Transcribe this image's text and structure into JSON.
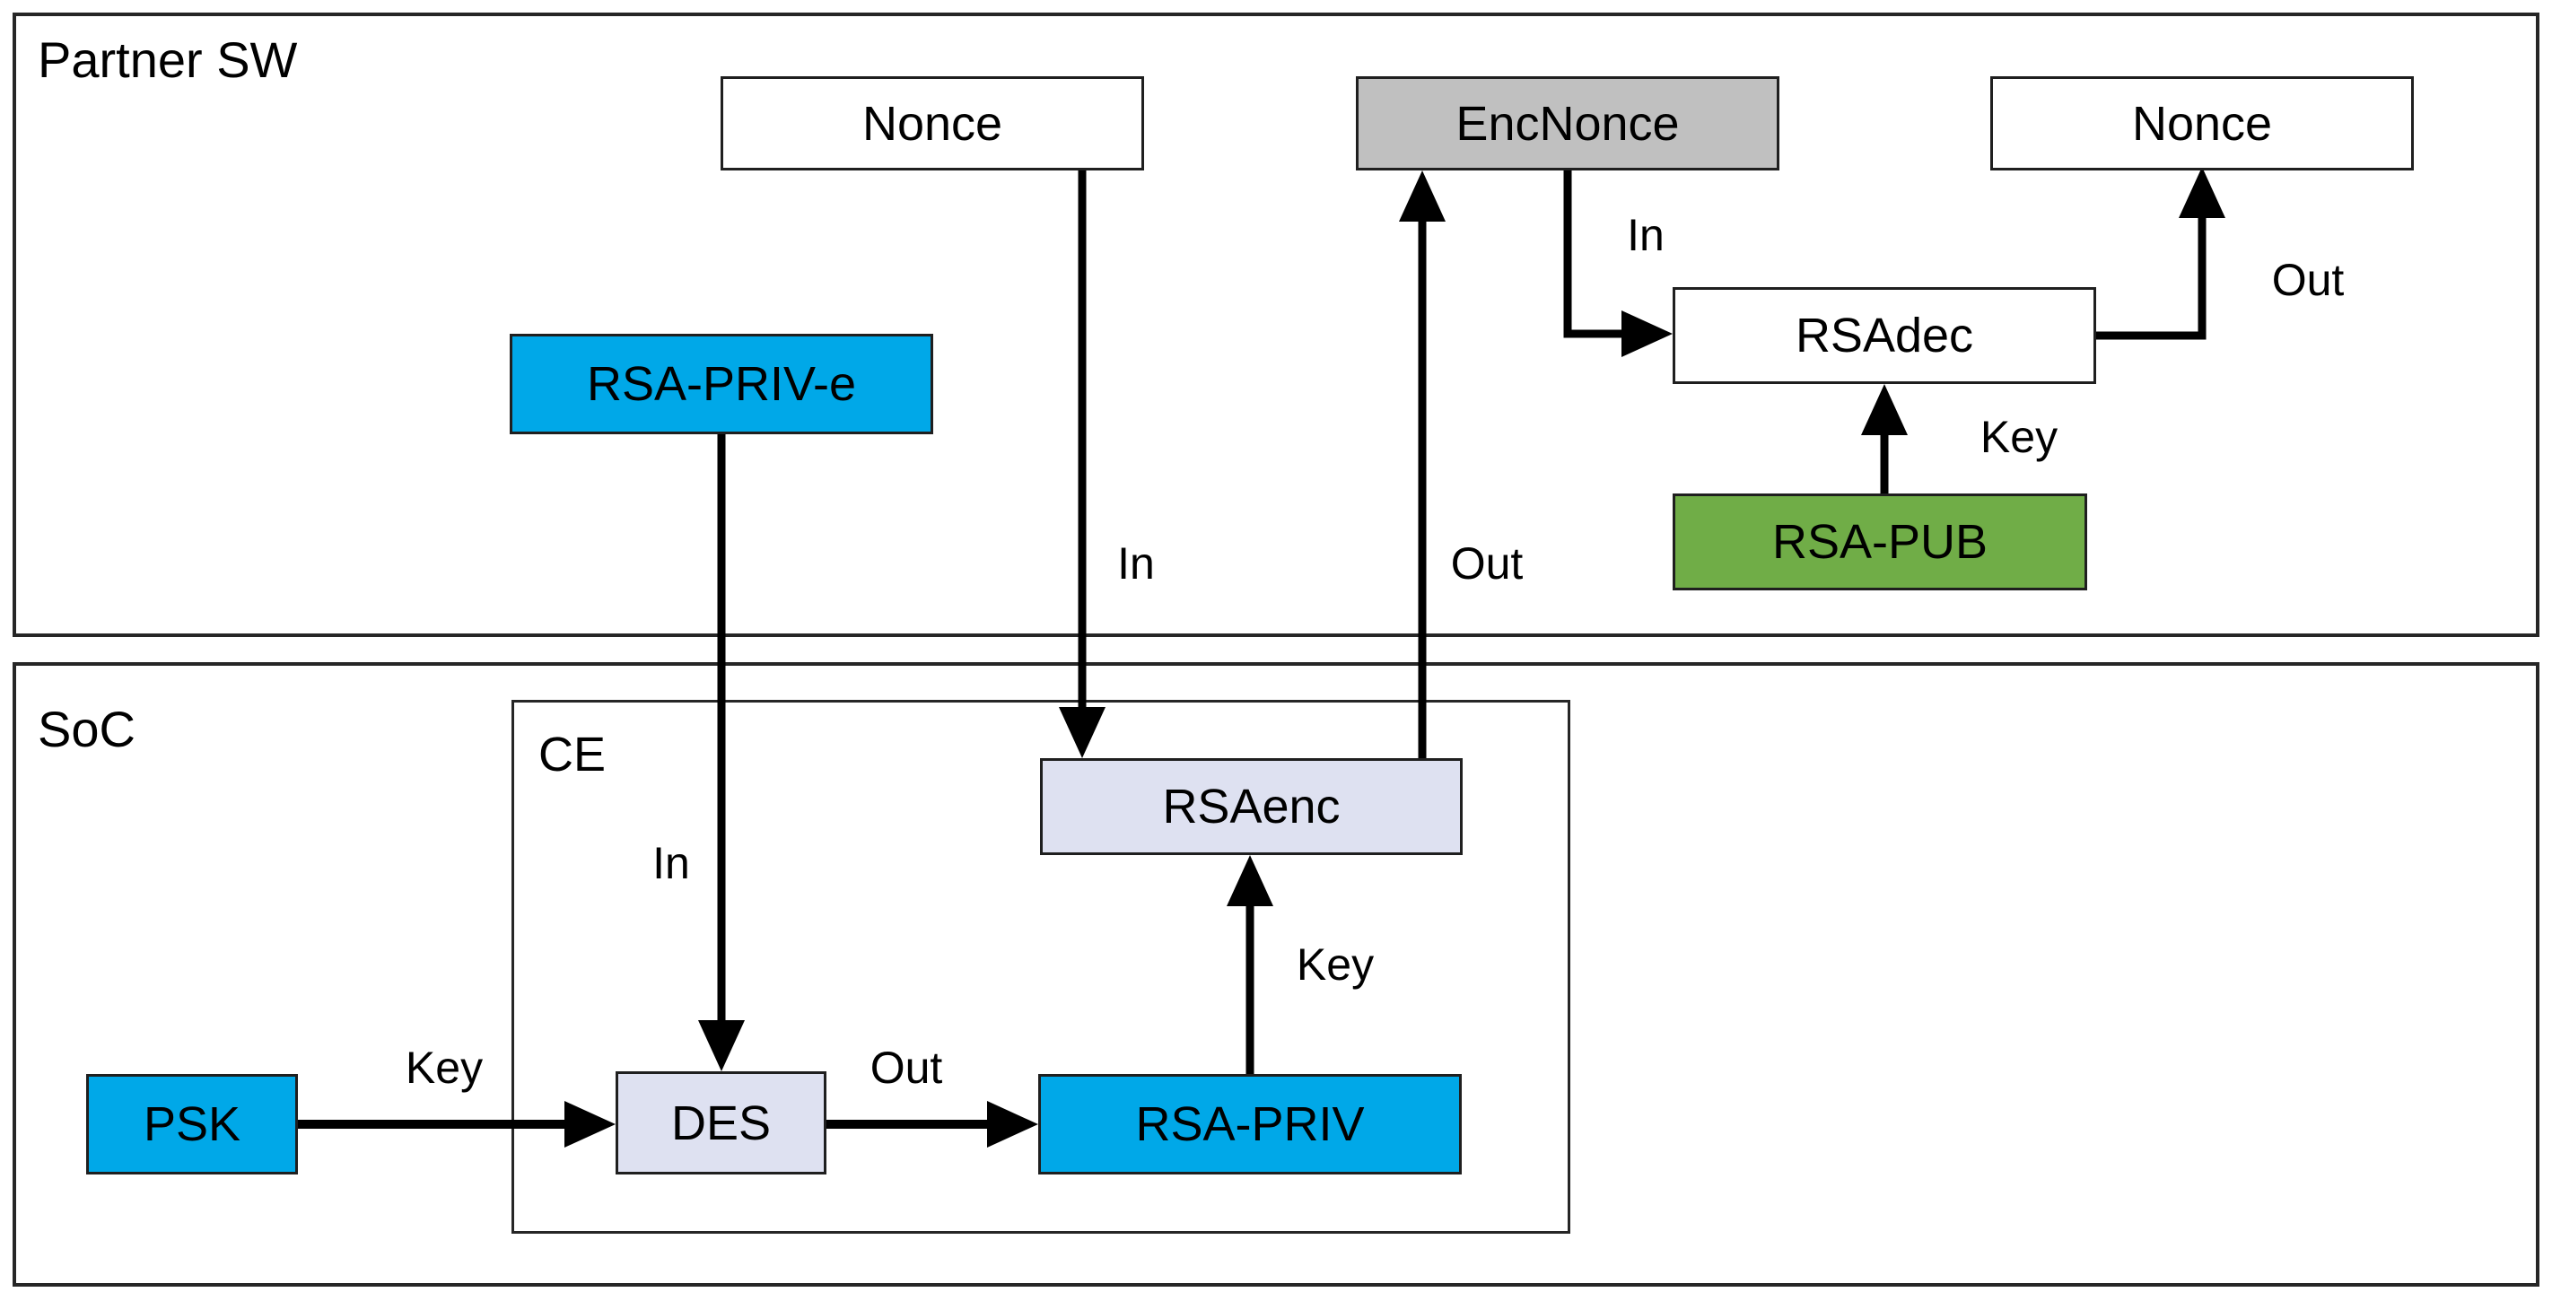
{
  "diagram": {
    "containers": {
      "partner_sw": {
        "label": "Partner SW"
      },
      "soc": {
        "label": "SoC"
      },
      "ce": {
        "label": "CE"
      }
    },
    "nodes": {
      "nonce_in": {
        "label": "Nonce"
      },
      "enc_nonce": {
        "label": "EncNonce"
      },
      "nonce_out": {
        "label": "Nonce"
      },
      "rsa_priv_e": {
        "label": "RSA-PRIV-e"
      },
      "rsa_dec": {
        "label": "RSAdec"
      },
      "rsa_pub": {
        "label": "RSA-PUB"
      },
      "rsa_enc": {
        "label": "RSAenc"
      },
      "psk": {
        "label": "PSK"
      },
      "des": {
        "label": "DES"
      },
      "rsa_priv": {
        "label": "RSA-PRIV"
      }
    },
    "edge_labels": {
      "nonce_to_rsaenc": "In",
      "rsaenc_to_encnonce": "Out",
      "encnonce_to_rsadec": "In",
      "rsadec_to_nonce": "Out",
      "rsapub_to_rsadec": "Key",
      "rsaprive_to_des": "In",
      "psk_to_des": "Key",
      "des_to_rsapriv": "Out",
      "rsapriv_to_rsaenc": "Key"
    },
    "colors": {
      "key_blue": "#00A8E8",
      "engine_lavender": "#DEE1F1",
      "data_gray": "#C0C0C0",
      "pub_green": "#70AD47",
      "plain_white": "#FFFFFF",
      "line_black": "#000000"
    }
  }
}
